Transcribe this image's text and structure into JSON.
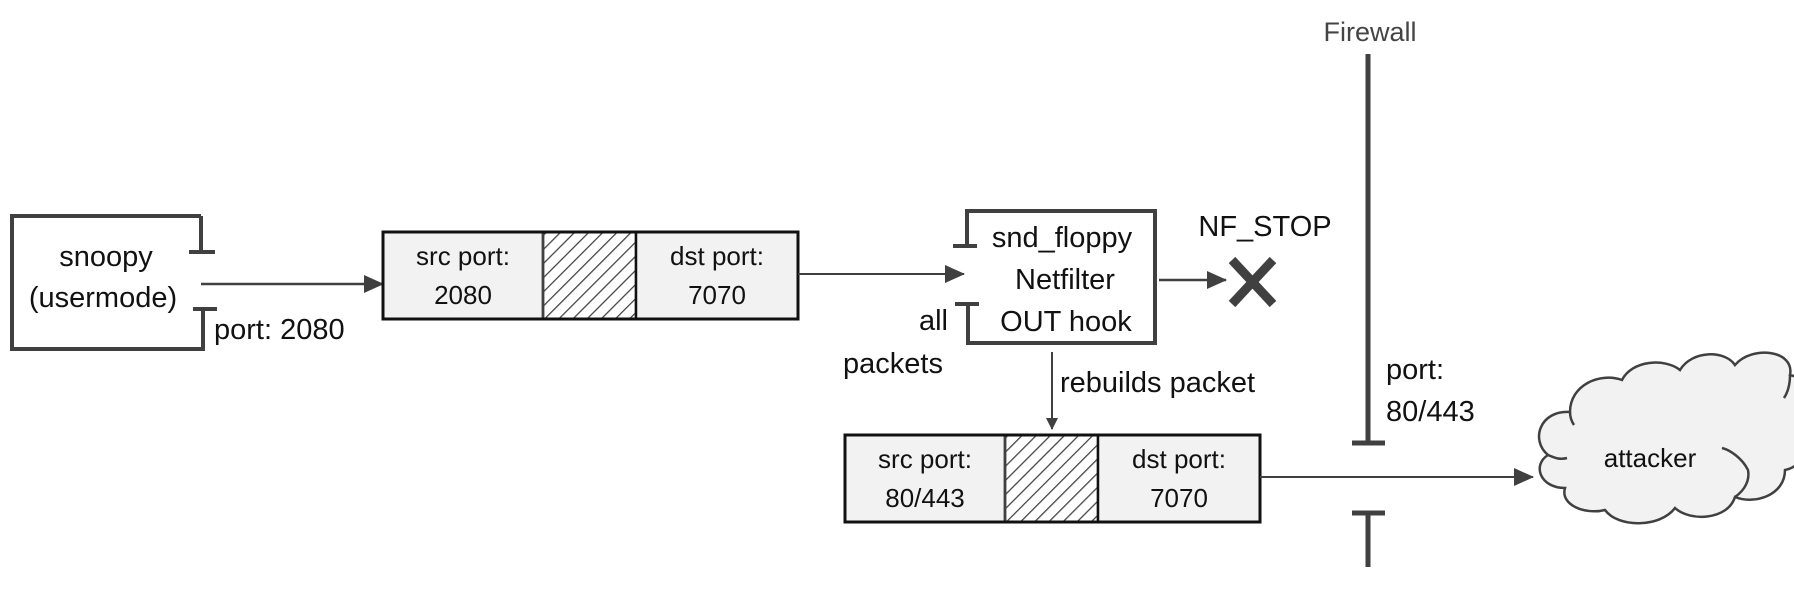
{
  "diagram": {
    "snoopy": {
      "line1": "snoopy",
      "line2": "(usermode)",
      "port_label": "port: 2080"
    },
    "packet_original": {
      "src_label": "src port:",
      "src_value": "2080",
      "dst_label": "dst port:",
      "dst_value": "7070"
    },
    "netfilter": {
      "line1": "snd_floppy",
      "line2": "Netfilter",
      "line3": "OUT hook",
      "input_label_line1": "all",
      "input_label_line2": "packets",
      "verdict_label": "NF_STOP",
      "verdict_icon": "x-icon",
      "rebuild_label": "rebuilds packet"
    },
    "packet_rebuilt": {
      "src_label": "src port:",
      "src_value": "80/443",
      "dst_label": "dst port:",
      "dst_value": "7070"
    },
    "firewall": {
      "title": "Firewall",
      "port_label_line1": "port:",
      "port_label_line2": "80/443"
    },
    "attacker": {
      "label": "attacker"
    },
    "colors": {
      "stroke": "#404040",
      "cell_fill": "#f2f2f2",
      "cloud_fill": "#f2f2f2"
    }
  }
}
